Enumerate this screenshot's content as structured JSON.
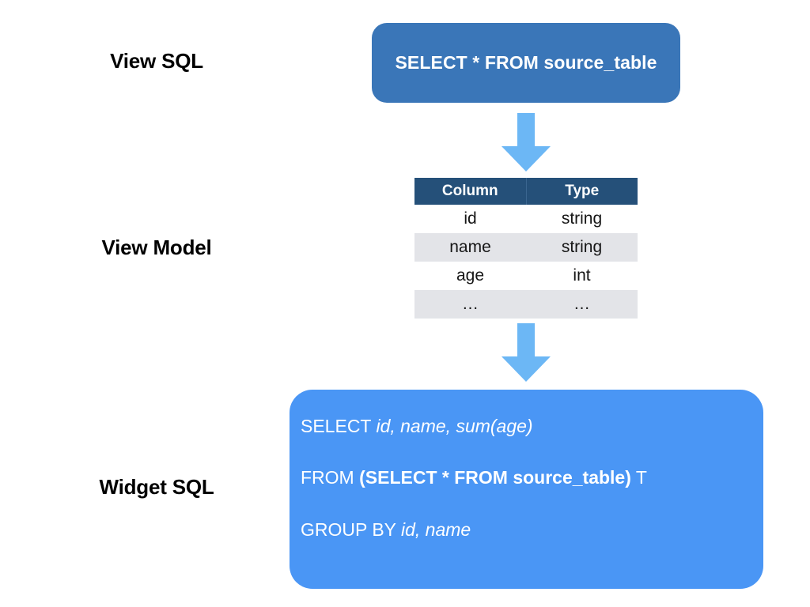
{
  "diagram": {
    "title": "View SQL to View Model to Widget SQL",
    "colors": {
      "view_sql_box": "#3A76B8",
      "widget_sql_box": "#4A96F5",
      "arrow": "#6CB7F5",
      "table_header": "#255079",
      "table_row_alt": "#E3E4E8",
      "label_text": "#000000",
      "box_text": "#FFFFFF",
      "background": "#FFFFFF"
    }
  },
  "labels": {
    "view_sql": "View SQL",
    "view_model": "View Model",
    "widget_sql": "Widget SQL"
  },
  "view_sql": {
    "statement": "SELECT * FROM source_table"
  },
  "arrows": {
    "top": "down-arrow",
    "bottom": "down-arrow"
  },
  "view_model": {
    "headers": [
      "Column",
      "Type"
    ],
    "rows": [
      {
        "column": "id",
        "type": "string"
      },
      {
        "column": "name",
        "type": "string"
      },
      {
        "column": "age",
        "type": "int"
      },
      {
        "column": "…",
        "type": "…"
      }
    ]
  },
  "widget_sql": {
    "lines": [
      {
        "parts": [
          {
            "text": "SELECT ",
            "style": "kw"
          },
          {
            "text": "id, name, sum(age)",
            "style": "ident"
          }
        ]
      },
      {
        "parts": [
          {
            "text": "FROM ",
            "style": "kw"
          },
          {
            "text": "(SELECT * FROM source_table)",
            "style": "nested"
          },
          {
            "text": " T",
            "style": "alias"
          }
        ]
      },
      {
        "parts": [
          {
            "text": "GROUP BY ",
            "style": "kw"
          },
          {
            "text": "id, name",
            "style": "ident"
          }
        ]
      }
    ]
  }
}
